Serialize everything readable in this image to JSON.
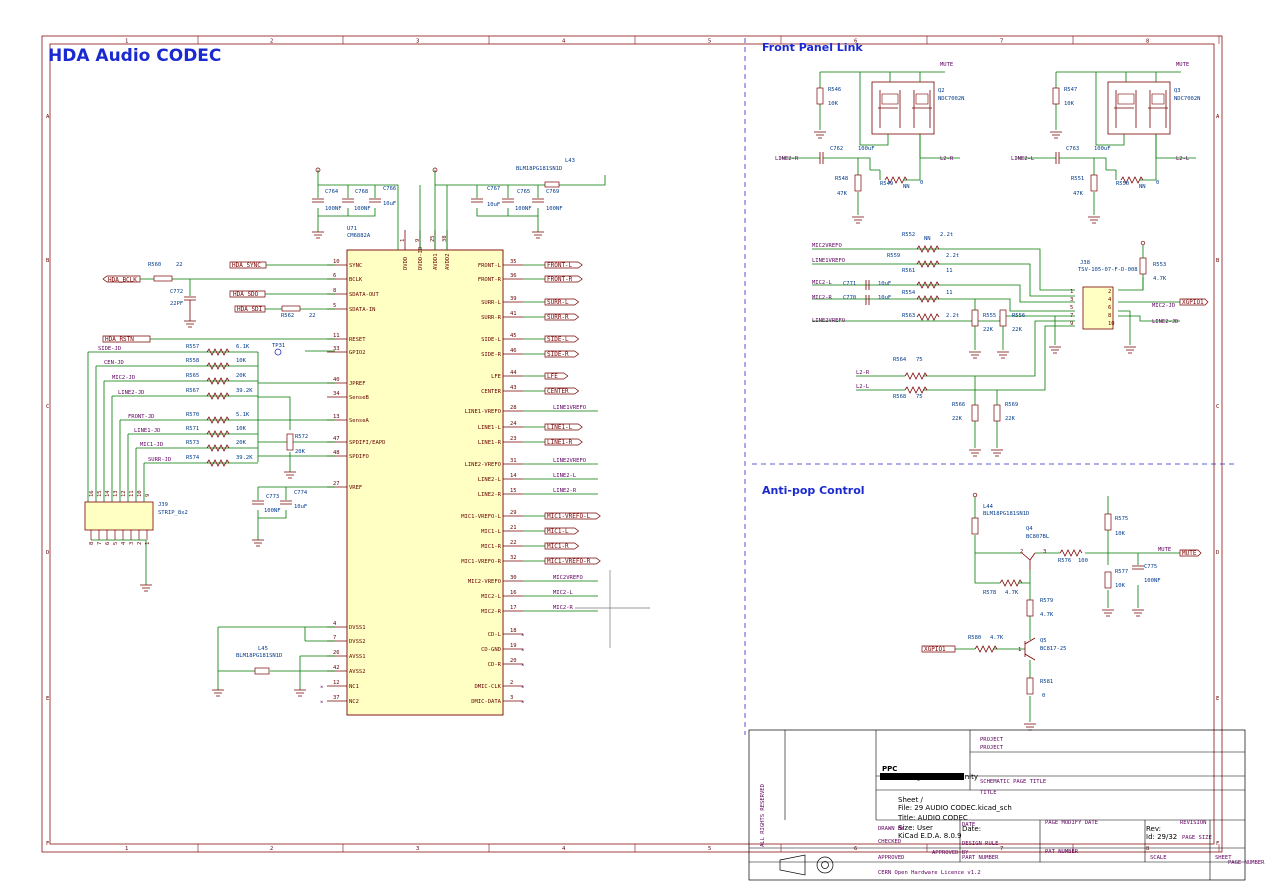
{
  "sheet": {
    "title_main": "HDA Audio CODEC",
    "title_front_panel": "Front Panel Link",
    "title_antipop": "Anti-pop Control",
    "col_labels": [
      "1",
      "2",
      "3",
      "4",
      "5",
      "6",
      "7",
      "8"
    ],
    "row_labels": [
      "A",
      "B",
      "C",
      "D",
      "E",
      "F"
    ]
  },
  "codec": {
    "ref": "U71",
    "value": "CM6882A",
    "left_pins": [
      {
        "num": "10",
        "name": "SYNC"
      },
      {
        "num": "6",
        "name": "BCLK"
      },
      {
        "num": "8",
        "name": "SDATA-OUT"
      },
      {
        "num": "5",
        "name": "SDATA-IN"
      },
      {
        "num": "11",
        "name": "RESET"
      },
      {
        "num": "33",
        "name": "GPIO2"
      },
      {
        "num": "40",
        "name": "JPREF"
      },
      {
        "num": "34",
        "name": "SenseB"
      },
      {
        "num": "13",
        "name": "SenseA"
      },
      {
        "num": "47",
        "name": "SPDIFI/EAPD"
      },
      {
        "num": "48",
        "name": "SPDIFO"
      },
      {
        "num": "27",
        "name": "VREF"
      },
      {
        "num": "4",
        "name": "DVSS1"
      },
      {
        "num": "7",
        "name": "DVSS2"
      },
      {
        "num": "26",
        "name": "AVSS1"
      },
      {
        "num": "42",
        "name": "AVSS2"
      },
      {
        "num": "12",
        "name": "NC1"
      },
      {
        "num": "37",
        "name": "NC2"
      }
    ],
    "right_pins": [
      {
        "num": "35",
        "name": "FRONT-L"
      },
      {
        "num": "36",
        "name": "FRONT-R"
      },
      {
        "num": "39",
        "name": "SURR-L"
      },
      {
        "num": "41",
        "name": "SURR-R"
      },
      {
        "num": "45",
        "name": "SIDE-L"
      },
      {
        "num": "46",
        "name": "SIDE-R"
      },
      {
        "num": "44",
        "name": "LFE"
      },
      {
        "num": "43",
        "name": "CENTER"
      },
      {
        "num": "28",
        "name": "LINE1-VREFO"
      },
      {
        "num": "24",
        "name": "LINE1-L"
      },
      {
        "num": "23",
        "name": "LINE1-R"
      },
      {
        "num": "31",
        "name": "LINE2-VREFO"
      },
      {
        "num": "14",
        "name": "LINE2-L"
      },
      {
        "num": "15",
        "name": "LINE2-R"
      },
      {
        "num": "29",
        "name": "MIC1-VREFO-L"
      },
      {
        "num": "21",
        "name": "MIC1-L"
      },
      {
        "num": "22",
        "name": "MIC1-R"
      },
      {
        "num": "32",
        "name": "MIC1-VREFO-R"
      },
      {
        "num": "30",
        "name": "MIC2-VREFO"
      },
      {
        "num": "16",
        "name": "MIC2-L"
      },
      {
        "num": "17",
        "name": "MIC2-R"
      },
      {
        "num": "18",
        "name": "CD-L"
      },
      {
        "num": "19",
        "name": "CD-GND"
      },
      {
        "num": "20",
        "name": "CD-R"
      },
      {
        "num": "2",
        "name": "DMIC-CLK"
      },
      {
        "num": "3",
        "name": "DMIC-DATA"
      }
    ],
    "top_pins": [
      {
        "num": "1",
        "name": "DVDD"
      },
      {
        "num": "9",
        "name": "DVDD-IO"
      },
      {
        "num": "25",
        "name": "AVDD1"
      },
      {
        "num": "38",
        "name": "AVDD2"
      }
    ]
  },
  "left_side": {
    "r560": {
      "ref": "R560",
      "value": "22"
    },
    "c772": {
      "ref": "C772",
      "value": "22PF"
    },
    "r562": {
      "ref": "R562",
      "value": "22"
    },
    "hda_bclk": "HDA_BCLK",
    "hda_sync": "HDA_SYNC",
    "hda_sdo": "HDA_SDO",
    "hda_sdi": "HDA_SDI",
    "hda_rstn": "HDA_RSTN",
    "tp": "TP31",
    "jd_nets": [
      "SIDE-JD",
      "CEN-JD",
      "MIC2-JD",
      "LINE2-JD",
      "FRONT-JD",
      "LINE1-JD",
      "MIC1-JD",
      "SURR-JD"
    ],
    "jd_res": [
      {
        "ref": "R557",
        "value": "6.1K"
      },
      {
        "ref": "R558",
        "value": "10K"
      },
      {
        "ref": "R565",
        "value": "20K"
      },
      {
        "ref": "R567",
        "value": "39.2K"
      },
      {
        "ref": "R570",
        "value": "5.1K"
      },
      {
        "ref": "R571",
        "value": "10K"
      },
      {
        "ref": "R573",
        "value": "20K"
      },
      {
        "ref": "R574",
        "value": "39.2K"
      }
    ],
    "r572": {
      "ref": "R572",
      "value": "20K"
    },
    "c773": {
      "ref": "C773",
      "value": "100NF"
    },
    "c774": {
      "ref": "C774",
      "value": "10uF"
    },
    "j39": {
      "ref": "J39",
      "value": "STRIP_8x2"
    },
    "j39_top": [
      "16",
      "15",
      "14",
      "13",
      "12",
      "11",
      "10",
      "9"
    ],
    "j39_bot": [
      "8",
      "7",
      "6",
      "5",
      "4",
      "3",
      "2",
      "1"
    ],
    "l45": {
      "ref": "L45",
      "value": "BLM18PG181SN1D"
    }
  },
  "top_caps": {
    "c764": {
      "ref": "C764",
      "value": "100NF"
    },
    "c768": {
      "ref": "C768",
      "value": "100NF"
    },
    "c766": {
      "ref": "C766",
      "value": "10uF"
    },
    "c767": {
      "ref": "C767",
      "value": "10uF"
    },
    "c769": {
      "ref": "C769",
      "value": "100NF"
    },
    "c765": {
      "ref": "C765",
      "value": "100NF"
    },
    "l43": {
      "ref": "L43",
      "value": "BLM18PG181SN1D"
    }
  },
  "out_labels": [
    "FRONT-L",
    "FRONT-R",
    "SURR-L",
    "SURR-R",
    "SIDE-L",
    "SIDE-R",
    "LFE",
    "CENTER",
    "LINE1-L",
    "LINE1-R",
    "MIC1-L",
    "MIC1-R",
    "MIC1-VREFO-L",
    "MIC1-VREFO-R"
  ],
  "right_nets": {
    "line1vrefo": "LINE1VREFO",
    "line2vrefo": "LINE2VREFO",
    "line2l": "LINE2-L",
    "line2r": "LINE2-R",
    "mic2vrefo": "MIC2VREFO",
    "mic2l": "MIC2-L",
    "mic2r": "MIC2-R"
  },
  "front_panel": {
    "mute": "MUTE",
    "r546": {
      "ref": "R546",
      "value": "10K"
    },
    "q2": {
      "ref": "Q2",
      "value": "NDC7002N"
    },
    "c762": {
      "ref": "C762",
      "value": "100uF"
    },
    "line2r": "LINE2-R",
    "l2r": "L2-R",
    "r548": {
      "ref": "R548",
      "value": "47K"
    },
    "r549": {
      "ref": "R549",
      "value": "NN"
    },
    "r549v": "0",
    "r547": {
      "ref": "R547",
      "value": "10K"
    },
    "q3": {
      "ref": "Q3",
      "value": "NDC7002N"
    },
    "c763": {
      "ref": "C763",
      "value": "100uF"
    },
    "line2l": "LINE2-L",
    "l2l": "L2-L",
    "r551": {
      "ref": "R551",
      "value": "47K"
    },
    "r550": {
      "ref": "R550",
      "value": "NN"
    },
    "r550v": "0",
    "mic2vrefo": "MIC2VREFO",
    "line1vrefo": "LINE1VREFO",
    "mic2l": "MIC2-L",
    "mic2r": "MIC2-R",
    "line2vrefo": "LINE2VREFO",
    "r552": {
      "ref": "R552",
      "value": "NN"
    },
    "r552v": "2.2t",
    "r559": {
      "ref": "R559",
      "value": "2.2t"
    },
    "r561": {
      "ref": "R561",
      "value": "11"
    },
    "c771": {
      "ref": "C771",
      "value": "10uF"
    },
    "c770": {
      "ref": "C770",
      "value": "10uF"
    },
    "r554": {
      "ref": "R554",
      "value": "11"
    },
    "r563": {
      "ref": "R563",
      "value": "2.2t"
    },
    "r555": {
      "ref": "R555",
      "value": "22K"
    },
    "r556": {
      "ref": "R556",
      "value": "22K"
    },
    "j38": {
      "ref": "J38",
      "value": "TSV-105-07-F-D-008"
    },
    "r553": {
      "ref": "R553",
      "value": "4.7K"
    },
    "xgpio1": "XGPIO1",
    "mic2jd": "MIC2-JD",
    "line2jd": "LINE2-JD",
    "l2r2": "L2-R",
    "l2l2": "L2-L",
    "r564": {
      "ref": "R564",
      "value": "75"
    },
    "r568": {
      "ref": "R568",
      "value": "75"
    },
    "r566": {
      "ref": "R566",
      "value": "22K"
    },
    "r569": {
      "ref": "R569",
      "value": "22K"
    },
    "j38_left": [
      "1",
      "3",
      "5",
      "7",
      "9"
    ],
    "j38_right": [
      "2",
      "4",
      "6",
      "8",
      "10"
    ]
  },
  "antipop": {
    "l44": {
      "ref": "L44",
      "value": "BLM18PG181SN1D"
    },
    "q4": {
      "ref": "Q4",
      "value": "BC807BL"
    },
    "r576": {
      "ref": "R576",
      "value": "100"
    },
    "r575": {
      "ref": "R575",
      "value": "10K"
    },
    "r577": {
      "ref": "R577",
      "value": "10K"
    },
    "c775": {
      "ref": "C775",
      "value": "100NF"
    },
    "r578": {
      "ref": "R578",
      "value": "4.7K"
    },
    "r579": {
      "ref": "R579",
      "value": "4.7K"
    },
    "r580": {
      "ref": "R580",
      "value": "4.7K"
    },
    "q5": {
      "ref": "Q5",
      "value": "BC817-25"
    },
    "r581": {
      "ref": "R581",
      "value": "0"
    },
    "mute": "MUTE",
    "xgpio1": "XGPIO1",
    "pin2": "2",
    "pin3": "3",
    "pin1": "1"
  },
  "titleblock": {
    "logo_text": "PPC",
    "company": "Power Progress Community",
    "project_label": "PROJECT",
    "project": "PROJECT",
    "schem_title_label": "SCHEMATIC PAGE TITLE",
    "title_val": "TITLE",
    "sheet": "Sheet /",
    "file": "File: 29 AUDIO CODEC.kicad_sch",
    "title": "Title: AUDIO CODEC",
    "size": "Size: User",
    "kicad": "KiCad E.D.A. 8.0.9",
    "date_label": "Date:",
    "rev_label": "Rev:",
    "id": "Id: 29/32",
    "page_modify": "PAGE MODIFY DATE",
    "revision": "REVISION",
    "drawn_by": "DRAWN BY",
    "checked": "CHECKED",
    "approved": "APPROVED",
    "date": "DATE",
    "design_rule": "DESIGN RULE",
    "approved_by": "APPROVED BY",
    "part_number": "PART NUMBER",
    "pat_number": "PAT NUMBER",
    "scale": "SCALE",
    "page_size": "PAGE SIZE",
    "sheet_label": "SHEET",
    "page_number": "PAGE NUMBER",
    "license": "CERN Open Hardware Licence v1.2",
    "side_text": "ALL RIGHTS RESERVED"
  }
}
